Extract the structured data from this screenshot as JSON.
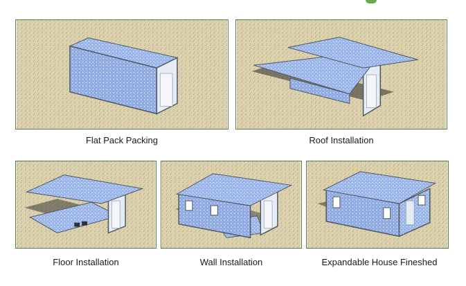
{
  "captions": {
    "step1": "Flat Pack Packing",
    "step2": "Roof Installation",
    "step3": "Floor Installation",
    "step4": "Wall Installation",
    "step5": "Expandable House Fineshed"
  },
  "colors": {
    "sand": "#dcd3ae",
    "panel_border": "#5a7a52",
    "wall_blue": "#98b4e8",
    "wall_blue_dark": "#6f8fcc",
    "frame": "#4e5560",
    "door": "#e6ecf5",
    "shadow": "#2a2a2a"
  }
}
